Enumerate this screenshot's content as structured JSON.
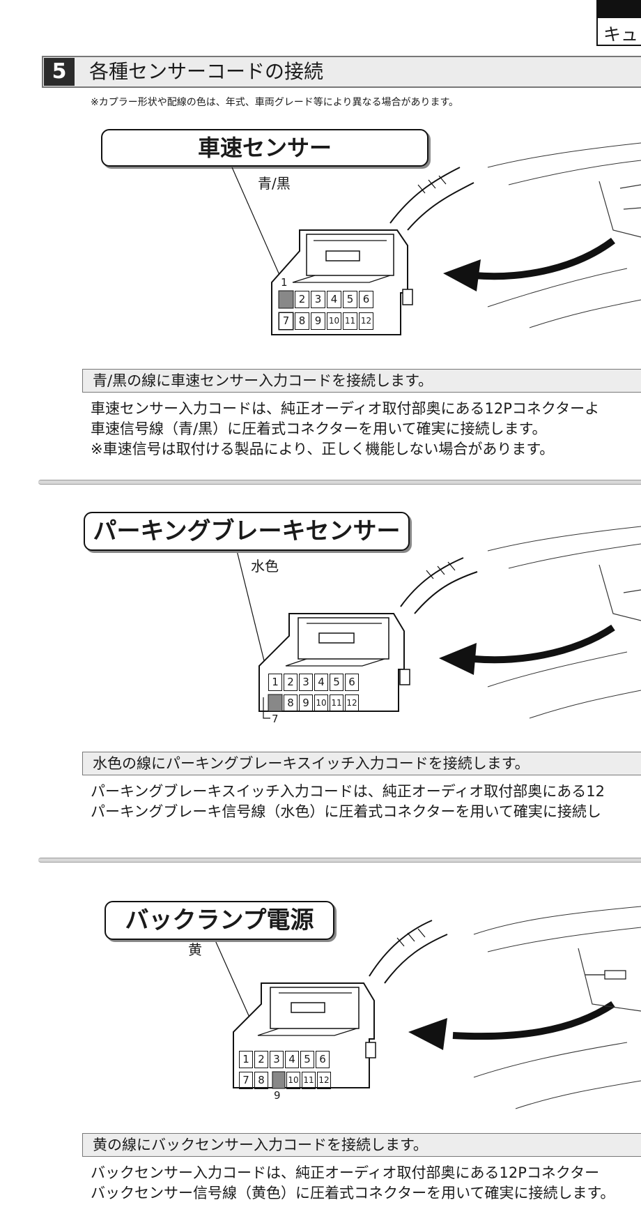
{
  "tab": {
    "text": "キュ"
  },
  "header": {
    "number": "5",
    "title": "各種センサーコードの接続"
  },
  "note": "※カプラー形状や配線の色は、年式、車両グレード等により異なる場合があります。",
  "sections": [
    {
      "label": "車速センサー",
      "wire_color": "青/黒",
      "pin_marker": "1",
      "connector_top": [
        "",
        "2",
        "3",
        "4",
        "5",
        "6"
      ],
      "connector_bottom": [
        "7",
        "8",
        "9",
        "10",
        "11",
        "12"
      ],
      "caption": "青/黒の線に車速センサー入力コードを接続します。",
      "body": [
        "車速センサー入力コードは、純正オーディオ取付部奥にある12Pコネクターよ",
        "車速信号線（青/黒）に圧着式コネクターを用いて確実に接続します。",
        "※車速信号は取付ける製品により、正しく機能しない場合があります。"
      ]
    },
    {
      "label": "パーキングブレーキセンサー",
      "wire_color": "水色",
      "pin_marker": "7",
      "connector_top": [
        "1",
        "2",
        "3",
        "4",
        "5",
        "6"
      ],
      "connector_bottom": [
        "",
        "8",
        "9",
        "10",
        "11",
        "12"
      ],
      "caption": "水色の線にパーキングブレーキスイッチ入力コードを接続します。",
      "body": [
        "パーキングブレーキスイッチ入力コードは、純正オーディオ取付部奥にある12",
        "パーキングブレーキ信号線（水色）に圧着式コネクターを用いて確実に接続し"
      ]
    },
    {
      "label": "バックランプ電源",
      "wire_color": "黄",
      "pin_marker": "9",
      "connector_top": [
        "1",
        "2",
        "3",
        "4",
        "5",
        "6"
      ],
      "connector_bottom": [
        "7",
        "8",
        "",
        "10",
        "11",
        "12"
      ],
      "caption": "黄の線にバックセンサー入力コードを接続します。",
      "body": [
        "バックセンサー入力コードは、純正オーディオ取付部奥にある12Pコネクター",
        "バックセンサー信号線（黄色）に圧着式コネクターを用いて確実に接続します。"
      ]
    }
  ]
}
